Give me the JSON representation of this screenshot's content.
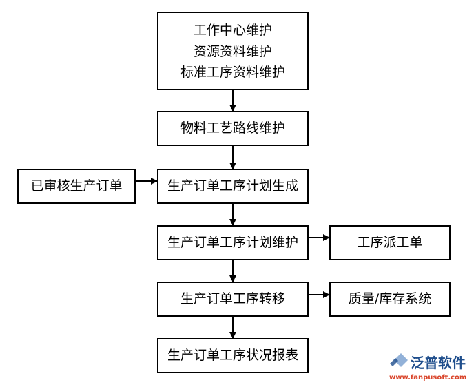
{
  "diagram": {
    "nodes": {
      "maintenance": [
        "工作中心维护",
        "资源资料维护",
        "标准工序资料维护"
      ],
      "routing": "物料工艺路线维护",
      "approved_orders": "已审核生产订单",
      "plan_generate": "生产订单工序计划生成",
      "plan_maintain": "生产订单工序计划维护",
      "dispatch": "工序派工单",
      "transfer": "生产订单工序转移",
      "quality_stock": "质量/库存系统",
      "report": "生产订单工序状况报表"
    },
    "edges": [
      [
        "maintenance",
        "routing"
      ],
      [
        "routing",
        "plan_generate"
      ],
      [
        "approved_orders",
        "plan_generate"
      ],
      [
        "plan_generate",
        "plan_maintain"
      ],
      [
        "plan_maintain",
        "dispatch"
      ],
      [
        "plan_maintain",
        "transfer"
      ],
      [
        "transfer",
        "quality_stock"
      ],
      [
        "transfer",
        "report"
      ]
    ]
  },
  "watermark": {
    "name": "泛普软件",
    "url": "www.fanpusoft.com",
    "brand_color": "#1f4e8c",
    "accent_color": "#d9442a"
  }
}
